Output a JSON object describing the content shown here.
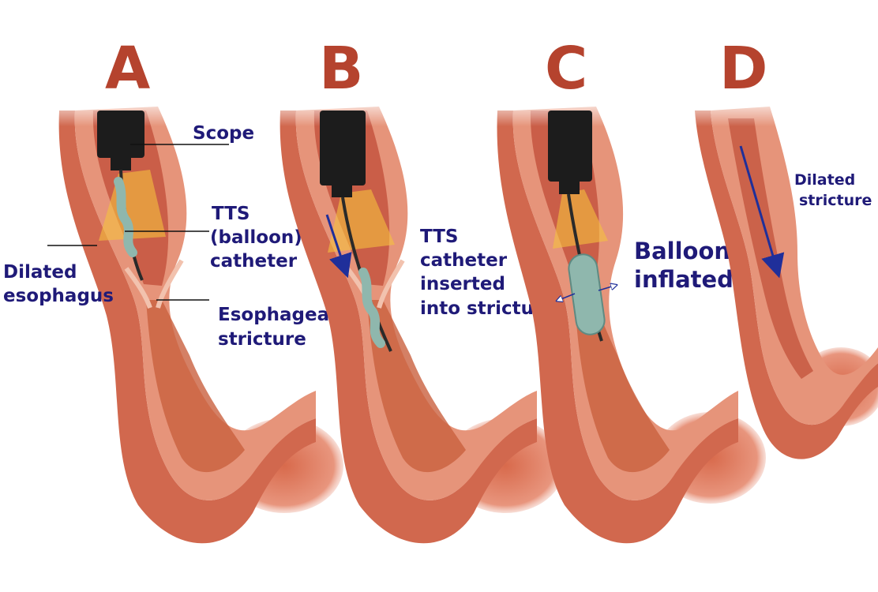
{
  "colors": {
    "panel_letter": "#b5432e",
    "label_text": "#1f1a78",
    "tissue_outer": "#d1684e",
    "tissue_mid": "#e6947a",
    "tissue_inner": "#c4553f",
    "lining": "#f2c2ae",
    "scope": "#1c1c1c",
    "light_cone": "#f5c23d",
    "balloon": "#8fb7ad",
    "arrow": "#1f2f9a"
  },
  "panels": [
    {
      "letter": "A",
      "labels": {
        "scope": "Scope",
        "tts_line1": "TTS",
        "tts_line2": "(balloon)",
        "tts_line3": "catheter",
        "dilated_line1": "Dilated",
        "dilated_line2": "esophagus",
        "stricture_line1": "Esophageal",
        "stricture_line2": "stricture"
      }
    },
    {
      "letter": "B",
      "labels": {
        "line1": "TTS",
        "line2": "catheter",
        "line3": "inserted",
        "line4": "into stricture"
      }
    },
    {
      "letter": "C",
      "labels": {
        "line1": "Balloon",
        "line2": "inflated"
      }
    },
    {
      "letter": "D",
      "labels": {
        "line1": "Dilated",
        "line2": "stricture"
      }
    }
  ]
}
